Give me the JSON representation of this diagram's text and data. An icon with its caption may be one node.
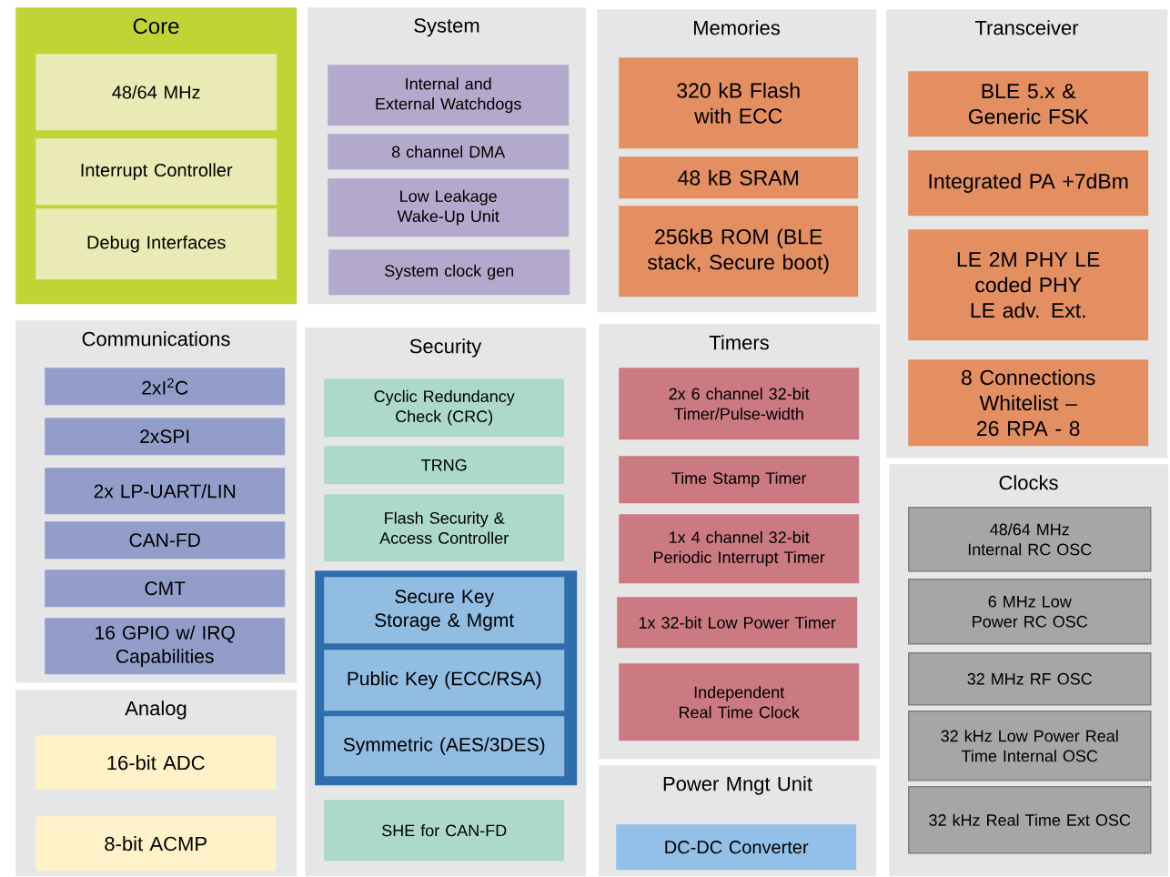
{
  "diagram": {
    "nodes": [
      {
        "text": [
          "Core"
        ]
      },
      {
        "text": [
          "48/64 MHz"
        ],
        "in": 0
      },
      {
        "text": [
          "Interrupt Controller"
        ],
        "in": 0
      },
      {
        "text": [
          "Debug Interfaces"
        ],
        "in": 0
      },
      {
        "text": [
          "System"
        ]
      },
      {
        "text": [
          "Internal and External Watchdogs"
        ],
        "in": 4
      },
      {
        "text": [
          "8 channel DMA"
        ],
        "in": 4
      },
      {
        "text": [
          "Low Leakage Wake-Up Unit"
        ],
        "in": 4
      },
      {
        "text": [
          "System clock gen"
        ],
        "in": 4
      },
      {
        "text": [
          "Memories"
        ]
      },
      {
        "text": [
          "320 kB Flash with ECC"
        ],
        "in": 9
      },
      {
        "text": [
          "48 kB SRAM"
        ],
        "in": 9
      },
      {
        "text": [
          "256kB ROM (BLE stack, Secure boot)"
        ],
        "in": 9
      },
      {
        "text": [
          "Transceiver"
        ]
      },
      {
        "text": [
          "BLE 5.x & Generic FSK"
        ],
        "in": 13
      },
      {
        "text": [
          "Integrated PA +7dBm"
        ],
        "in": 13
      },
      {
        "text": [
          "LE 2M PHY LE coded PHY LE adv. Ext."
        ],
        "in": 13
      },
      {
        "text": [
          "8 Connections Whitelist – 26 RPA - 8"
        ],
        "in": 13
      },
      {
        "text": [
          "Communications"
        ]
      },
      {
        "text": [
          "2xI$^{2}$C"
        ],
        "in": 18
      },
      {
        "text": [
          "2xSPI"
        ],
        "in": 18
      },
      {
        "text": [
          "2x LP-UART/LIN"
        ],
        "in": 18
      },
      {
        "text": [
          "CAN-FD"
        ],
        "in": 18
      },
      {
        "text": [
          "CMT"
        ],
        "in": 18
      },
      {
        "text": [
          "16 GPIO w/ IRQ Capabilities"
        ],
        "in": 18
      },
      {
        "text": [
          "Security"
        ]
      },
      {
        "text": [
          "Cyclic Redundancy Check (CRC)"
        ],
        "in": 25
      },
      {
        "text": [
          "TRNG"
        ],
        "in": 25
      },
      {
        "text": [
          "Flash Security & Access Controller"
        ],
        "in": 25
      },
      {
        "text": [],
        "shape": "box",
        "in": 25
      },
      {
        "text": [
          "Secure Key Storage & Mgmt"
        ],
        "in": 29
      },
      {
        "text": [
          "Public Key (ECC/RSA)"
        ],
        "in": 29
      },
      {
        "text": [
          "Symmetric (AES/3DES)"
        ],
        "in": 29
      },
      {
        "text": [
          "SHE for CAN-FD"
        ],
        "in": 25
      },
      {
        "text": [
          "Timers"
        ]
      },
      {
        "text": [
          "2x 6 channel 32-bit Timer/Pulse-width"
        ],
        "in": 34
      },
      {
        "text": [
          "Time Stamp Timer"
        ],
        "in": 34
      },
      {
        "text": [
          "1x 4 channel 32-bit Periodic Interrupt Timer"
        ],
        "in": 34
      },
      {
        "text": [
          "1x 32-bit Low Power Timer"
        ],
        "in": 34
      },
      {
        "text": [
          "Independent Real Time Clock"
        ],
        "in": 34
      },
      {
        "text": [
          "Clocks"
        ]
      },
      {
        "text": [
          "48/64 MHz Internal RC OSC"
        ],
        "in": 40
      },
      {
        "text": [
          "6 MHz Low Power RC OSC"
        ],
        "in": 40
      },
      {
        "text": [
          "32 MHz RF OSC"
        ],
        "in": 40
      },
      {
        "text": [
          "32 kHz Low Power Real Time Internal OSC"
        ],
        "in": 40
      },
      {
        "text": [
          "32 kHz Real Time Ext OSC"
        ],
        "in": 40
      },
      {
        "text": [
          "Analog"
        ]
      },
      {
        "text": [
          "16-bit ADC"
        ],
        "in": 46
      },
      {
        "text": [
          "8-bit ACMP"
        ],
        "in": 46
      },
      {
        "text": [
          "Power Mngt Unit"
        ]
      },
      {
        "text": [
          "DC-DC Converter"
        ],
        "in": 49
      }
    ]
  }
}
